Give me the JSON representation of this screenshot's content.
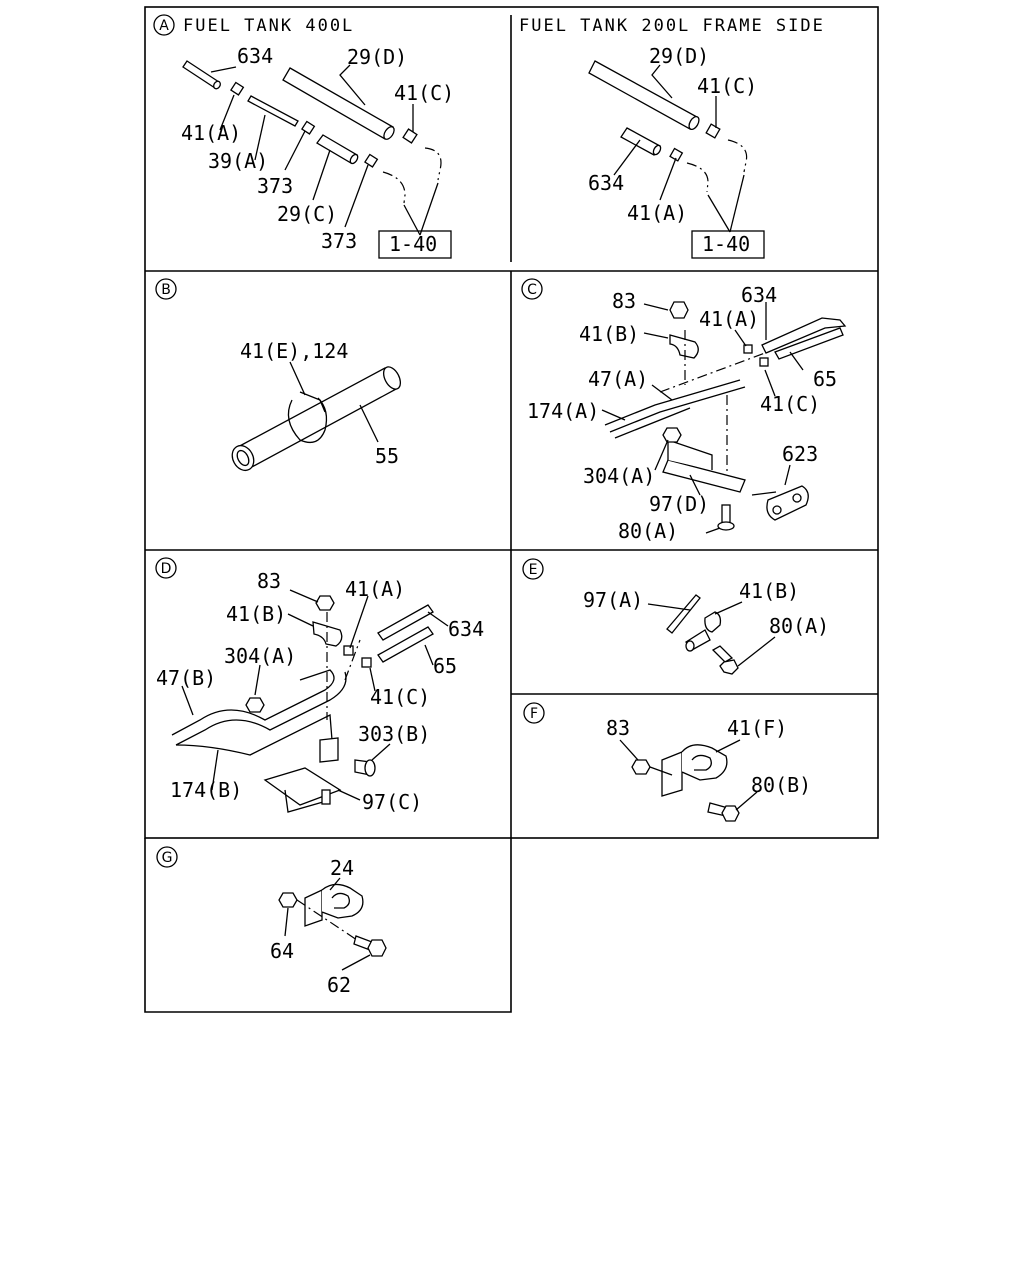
{
  "panels": {
    "A": {
      "letter": "A",
      "title_left": "FUEL TANK 400L",
      "title_right": "FUEL TANK 200L FRAME SIDE",
      "left_labels": [
        "634",
        "29(D)",
        "41(C)",
        "41(A)",
        "39(A)",
        "373",
        "29(C)",
        "373"
      ],
      "left_ref": "1-40",
      "right_labels": [
        "29(D)",
        "41(C)",
        "634",
        "41(A)"
      ],
      "right_ref": "1-40"
    },
    "B": {
      "letter": "B",
      "labels": [
        "41(E),124",
        "55"
      ]
    },
    "C": {
      "letter": "C",
      "labels": [
        "83",
        "634",
        "41(B)",
        "41(A)",
        "47(A)",
        "65",
        "174(A)",
        "41(C)",
        "623",
        "304(A)",
        "97(D)",
        "80(A)"
      ]
    },
    "D": {
      "letter": "D",
      "labels": [
        "83",
        "41(A)",
        "41(B)",
        "634",
        "304(A)",
        "65",
        "47(B)",
        "41(C)",
        "303(B)",
        "174(B)",
        "97(C)"
      ]
    },
    "E": {
      "letter": "E",
      "labels": [
        "97(A)",
        "41(B)",
        "80(A)"
      ]
    },
    "F": {
      "letter": "F",
      "labels": [
        "83",
        "41(F)",
        "80(B)"
      ]
    },
    "G": {
      "letter": "G",
      "labels": [
        "24",
        "64",
        "62"
      ]
    }
  }
}
